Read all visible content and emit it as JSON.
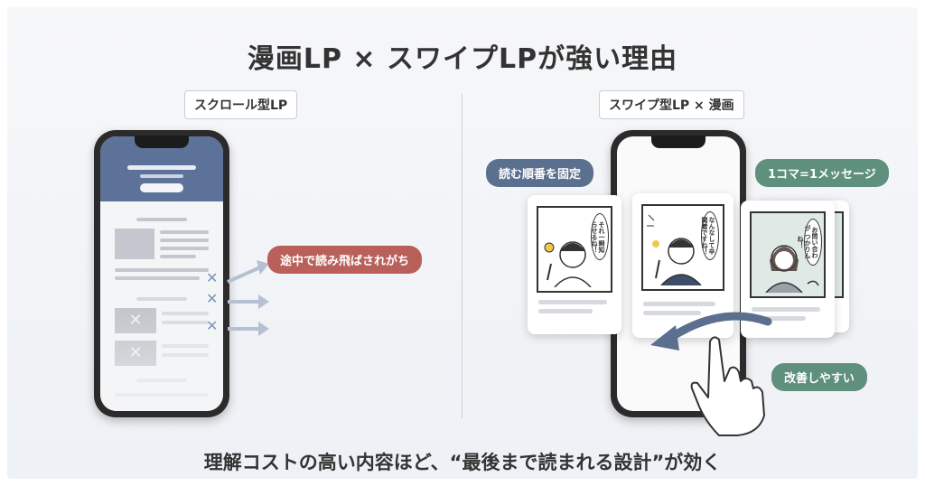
{
  "title": "漫画LP × スワイプLPが強い理由",
  "footer": "理解コストの高い内容ほど、“最後まで読まれる設計”が効く",
  "left": {
    "label": "スクロール型LP",
    "callout": "途中で読み飛ばされがち"
  },
  "right": {
    "label": "スワイプ型LP × 漫画",
    "callout_order": "読む順番を固定",
    "callout_one_message": "1コマ=1メッセージ",
    "callout_easy": "改善しやすい",
    "cards": [
      {
        "speech": "それ一瞬知らせるね！"
      },
      {
        "speech": "なんなして辛聞着ですね！"
      },
      {
        "speech": "お問い合わが つかりんね！"
      }
    ]
  },
  "colors": {
    "red": "#b9605b",
    "blue": "#5b6f8e",
    "green": "#5f8f7d",
    "hero": "#5d7299"
  },
  "icons": [
    "x-mark-icon",
    "arrow-right-icon",
    "swipe-arrow-icon",
    "hand-pointer-icon",
    "lightbulb-icon"
  ]
}
